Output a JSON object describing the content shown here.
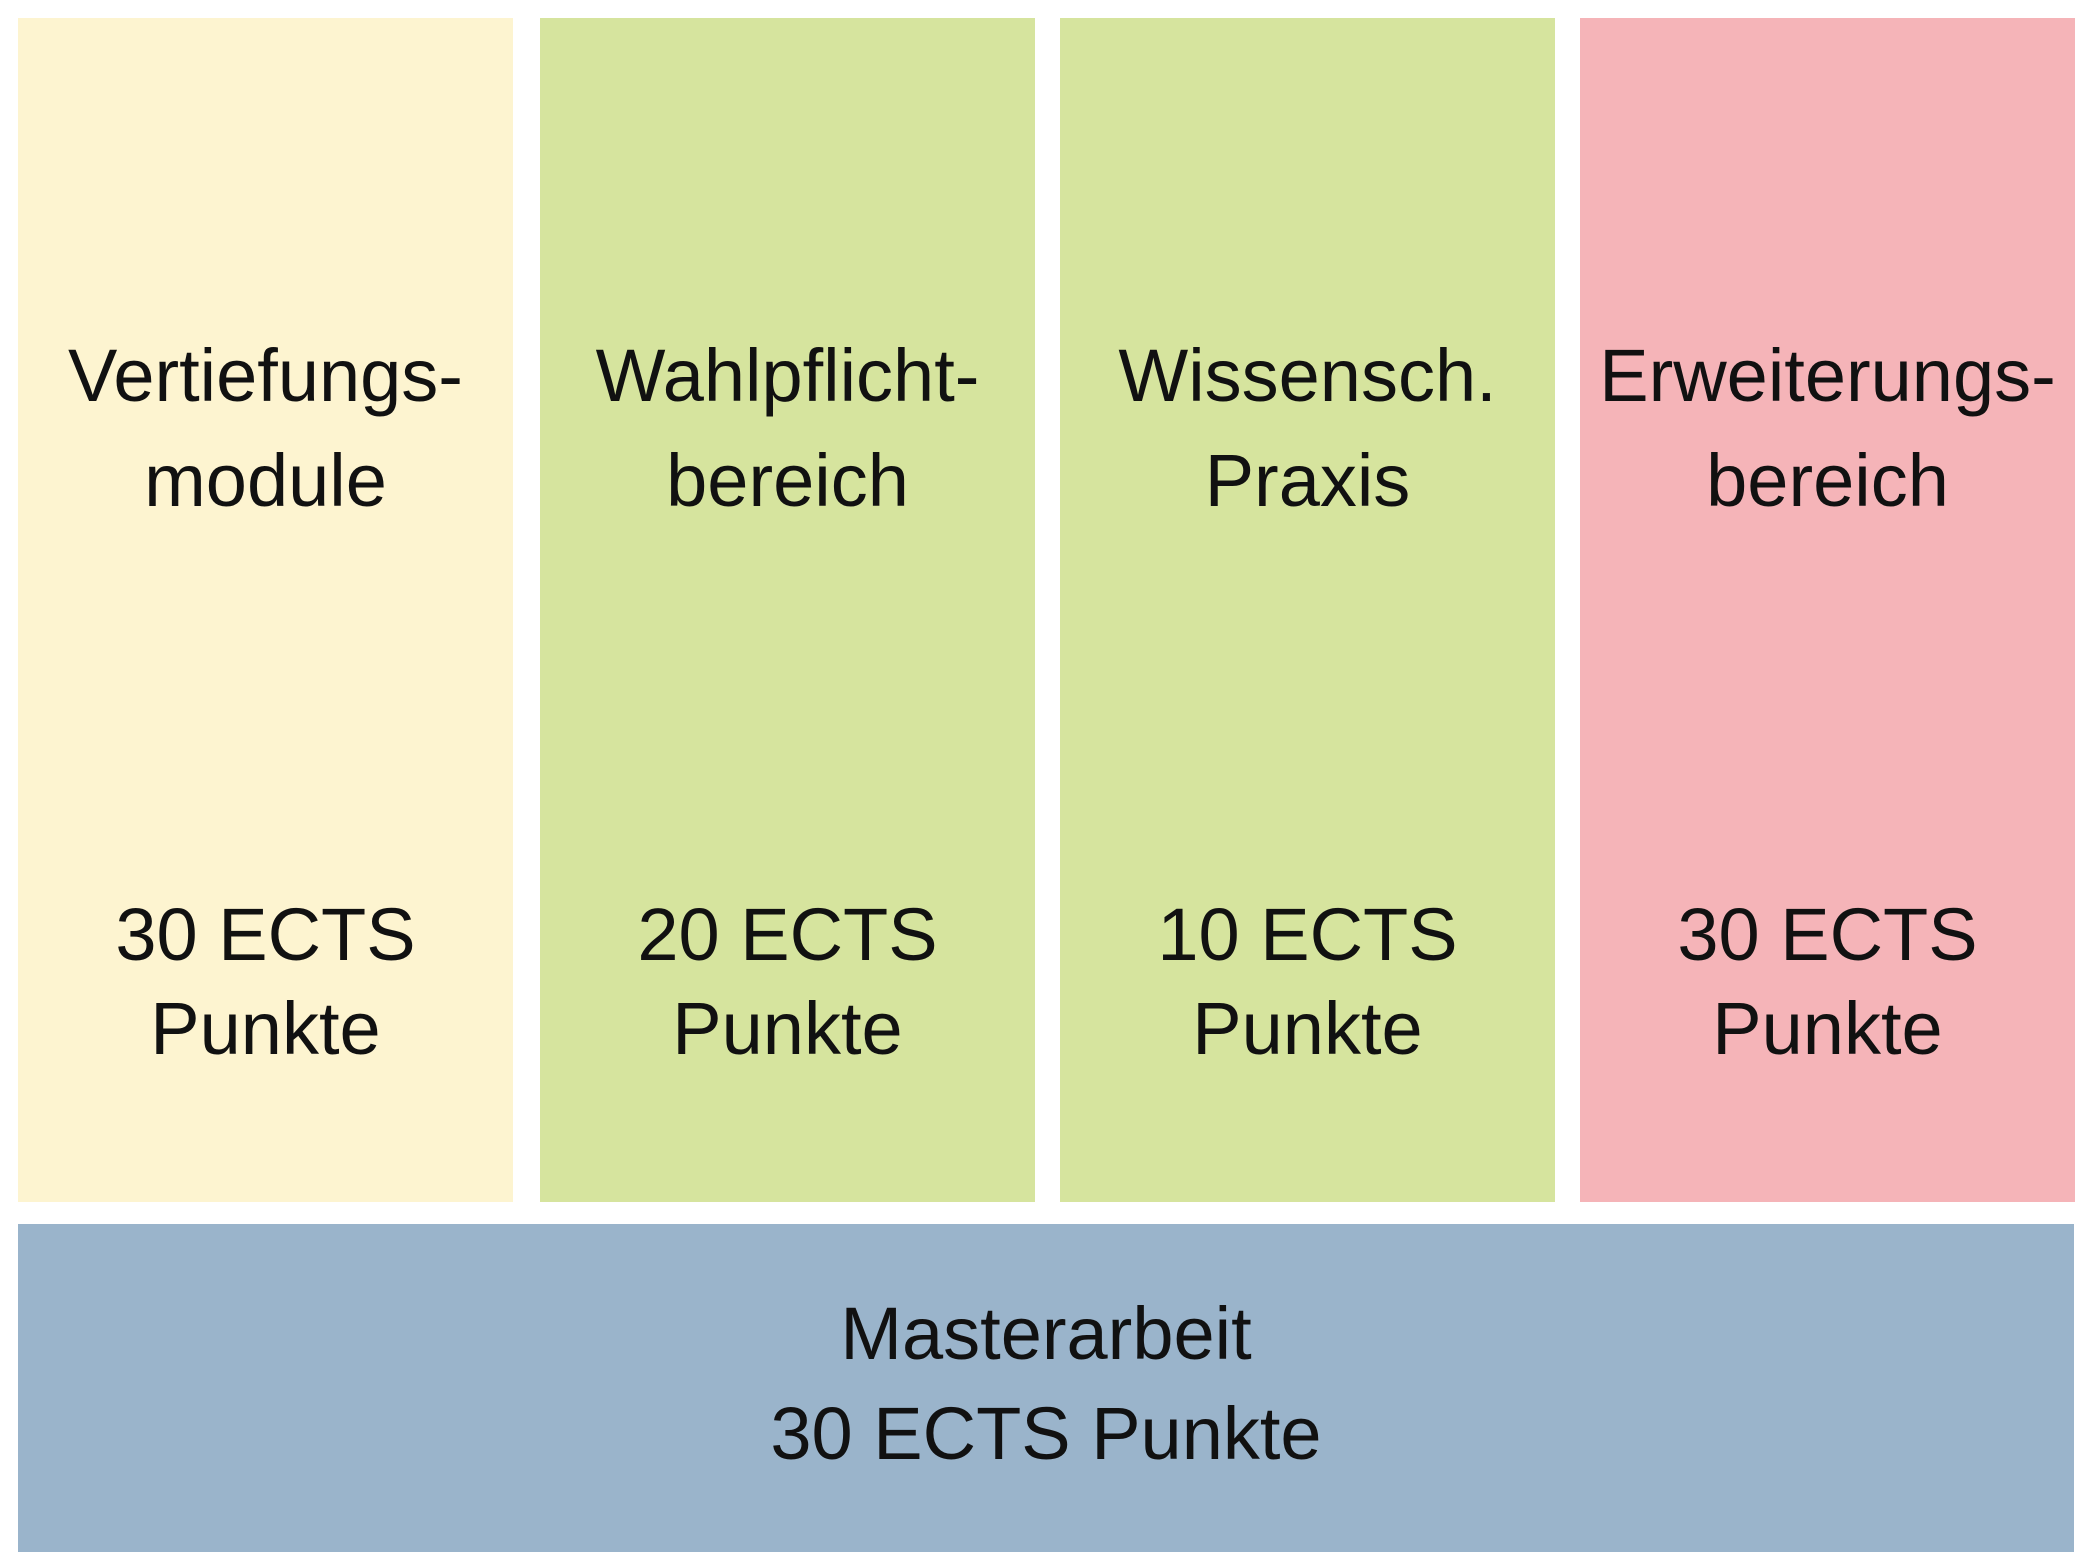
{
  "columns": [
    {
      "label_line1": "Vertiefungs-",
      "label_line2": "module",
      "points_line1": "30 ECTS",
      "points_line2": "Punkte",
      "color": "#FDF4D0"
    },
    {
      "label_line1": "Wahlpflicht-",
      "label_line2": "bereich",
      "points_line1": "20 ECTS",
      "points_line2": "Punkte",
      "color": "#D6E49E"
    },
    {
      "label_line1": "Wissensch.",
      "label_line2": "Praxis",
      "points_line1": "10 ECTS",
      "points_line2": "Punkte",
      "color": "#D6E49E"
    },
    {
      "label_line1": "Erweiterungs-",
      "label_line2": "bereich",
      "points_line1": "30 ECTS",
      "points_line2": "Punkte",
      "color": "#F5B4B8"
    }
  ],
  "thesis": {
    "label": "Masterarbeit",
    "points": "30 ECTS Punkte",
    "color": "#9AB4CB"
  }
}
